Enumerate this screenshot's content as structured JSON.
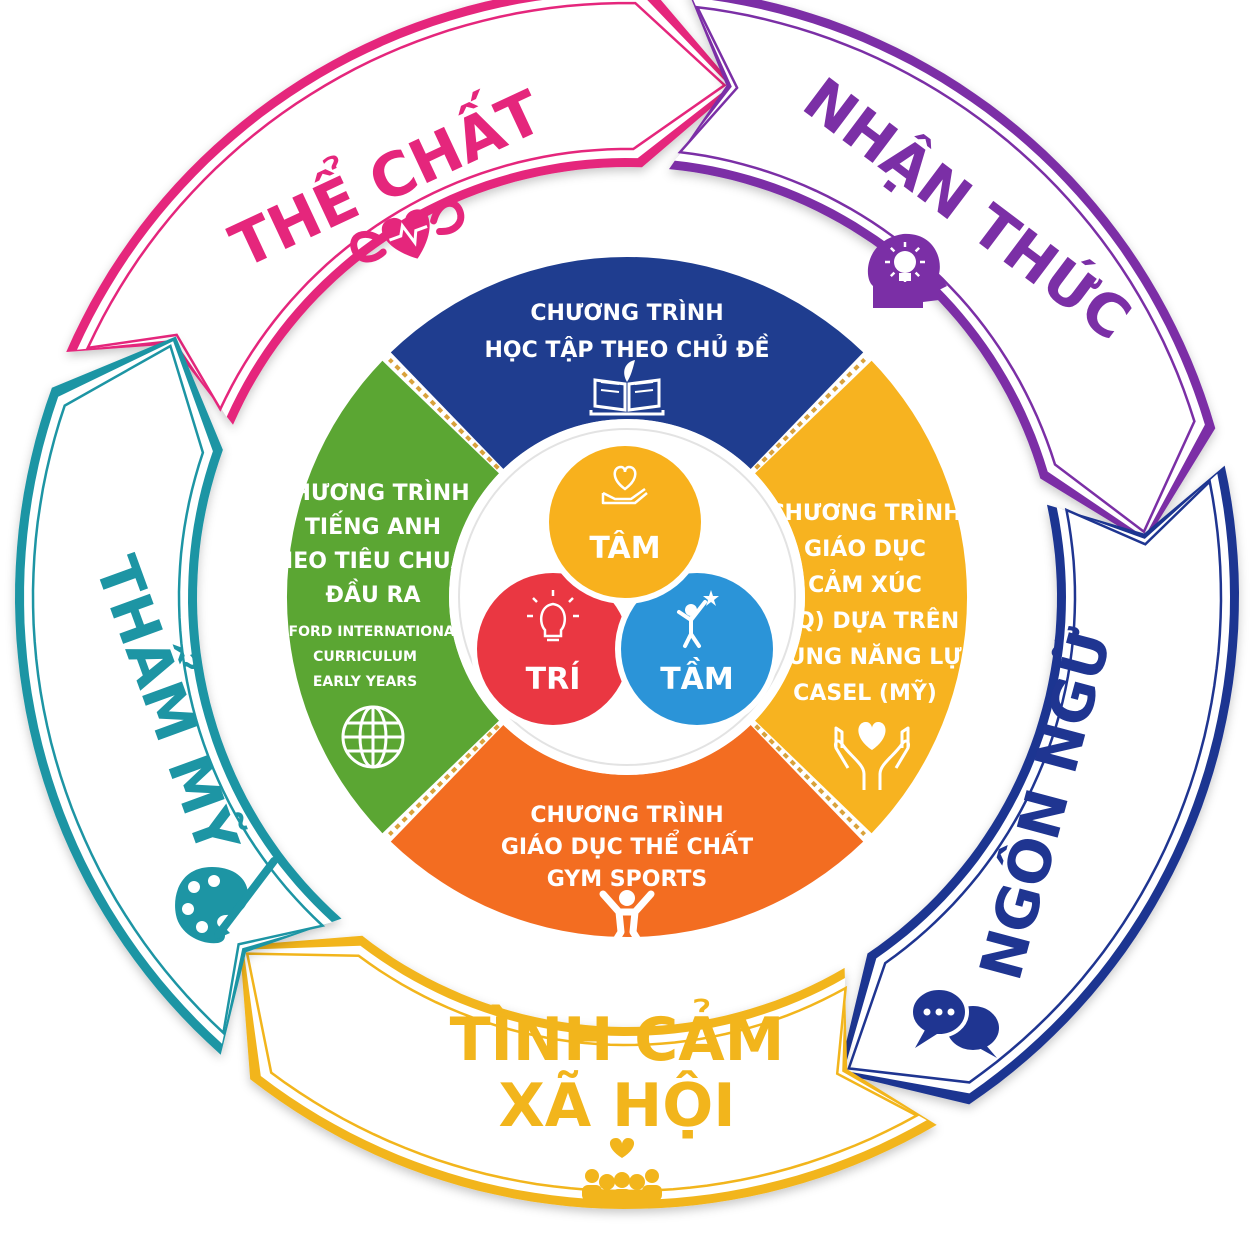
{
  "outer_segments": {
    "the_chat": {
      "lines": [
        "THỂ CHẤT"
      ],
      "color": "#e5267c",
      "icon": "heart-biceps-icon"
    },
    "nhan_thuc": {
      "lines": [
        "NHẬN THỨC"
      ],
      "color": "#7b2fa6",
      "icon": "head-lightbulb-icon"
    },
    "ngon_ngu": {
      "lines": [
        "NGÔN NGỮ"
      ],
      "color": "#1f3591",
      "icon": "speech-bubbles-icon"
    },
    "tinh_cam": {
      "lines": [
        "TÌNH CẢM",
        "XÃ HỘI"
      ],
      "color": "#f2b51c",
      "icon": "group-heart-icon"
    },
    "tham_my": {
      "lines": [
        "THẨM MỸ"
      ],
      "color": "#1d95a4",
      "icon": "palette-brush-icon"
    }
  },
  "programs": {
    "top": {
      "lines": [
        "CHƯƠNG TRÌNH",
        "HỌC TẬP THEO CHỦ ĐỀ"
      ],
      "color": "#1f3d8f",
      "icon": "open-book-icon"
    },
    "right": {
      "lines": [
        "CHƯƠNG TRÌNH",
        "GIÁO DỤC",
        "CẢM XÚC",
        "(EQ) DỰA TRÊN",
        "KHUNG NĂNG LỰC",
        "CASEL (MỸ)"
      ],
      "color": "#f7b320",
      "icon": "heart-hands-icon"
    },
    "bottom": {
      "lines": [
        "CHƯƠNG TRÌNH",
        "GIÁO DỤC THỂ CHẤT",
        "GYM SPORTS"
      ],
      "color": "#f36d21",
      "icon": "jumping-person-icon"
    },
    "left": {
      "lines": [
        "CHƯƠNG TRÌNH",
        "TIẾNG ANH",
        "THEO TIÊU CHUẨN",
        "ĐẦU RA"
      ],
      "sublines": [
        "OXFORD INTERNATIONAL",
        "CURRICULUM",
        "EARLY YEARS"
      ],
      "color": "#5ba633",
      "icon": "globe-icon"
    }
  },
  "core": {
    "tam_heart": {
      "label": "TÂM",
      "color": "#f8b11d",
      "icon": "heart-hand-icon"
    },
    "tri": {
      "label": "TRÍ",
      "color": "#ea3742",
      "icon": "lightbulb-icon"
    },
    "tam_vision": {
      "label": "TẦM",
      "color": "#2b94d8",
      "icon": "person-star-icon"
    }
  }
}
